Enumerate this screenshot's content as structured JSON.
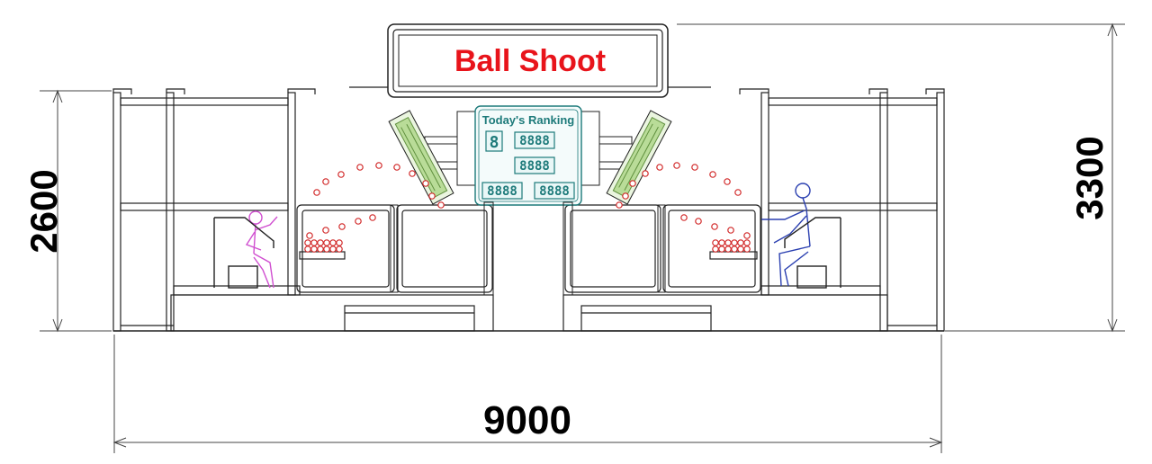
{
  "sign": {
    "title": "Ball Shoot"
  },
  "scoreboard": {
    "title": "Today's Ranking",
    "rank_digit": "8",
    "displays": [
      "8888",
      "8888",
      "8888",
      "8888"
    ]
  },
  "dimensions": {
    "width": "9000",
    "left_height": "2600",
    "right_height": "3300"
  },
  "colors": {
    "sign_text": "#e8141b",
    "board_text": "#1d7a7a",
    "ball": "#d22a2a",
    "left_figure": "#d04fd0",
    "right_figure": "#2a3fb0",
    "machine": "#7fb05a",
    "line": "#222222"
  }
}
